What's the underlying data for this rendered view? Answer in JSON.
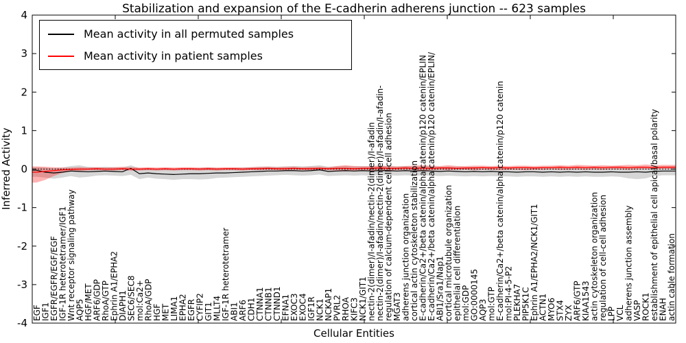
{
  "chart_data": {
    "type": "line",
    "title": "Stabilization and expansion of the E-cadherin adherens junction -- 623 samples",
    "xlabel": "Cellular Entities",
    "ylabel": "Inferred Activity",
    "ylim": [
      -4,
      4
    ],
    "y_ticks": [
      -4,
      -3,
      -2,
      -1,
      0,
      1,
      2,
      3,
      4
    ],
    "grid": false,
    "legend_position": "upper left",
    "reference_line": {
      "y": 0,
      "style": "dotted",
      "color": "#000000"
    },
    "categories": [
      "EGF",
      "IGF1",
      "EGFR/EGFR/EGF/EGF",
      "IGF-1R heterotetramer/IGF1",
      "Wnt receptor signaling pathway",
      "AQP5",
      "HGF/MET",
      "ARF6/GDP",
      "RhoA/GTP",
      "Ephrin A1/EPHA2",
      "DIAPH1",
      "SEC6/SEC8",
      "mol:Ca2+",
      "RhoA/GDP",
      "HGF",
      "MET",
      "LIMA1",
      "EPHA2",
      "EGFR",
      "CYFIP2",
      "GIT1",
      "MLLT4",
      "IGF-1R heterotetramer",
      "ABI1",
      "ARF6",
      "CDH1",
      "CTNNA1",
      "CTNNB1",
      "CTNND1",
      "EFNA1",
      "EXOC3",
      "EXOC4",
      "IGF1R",
      "NCK1",
      "NCKAP1",
      "PVRL2",
      "RHOA",
      "KIFC3",
      "NCK1/GIT1",
      "nectin-2(dimer)/I-afadin/nectin-2(dimer)/I-afadin",
      "nectin-2(dimer)/I-afadin/nectin-2(dimer)/I-afadin/I-afadin-",
      "regulation of calcium-dependent cell-cell adhesion",
      "MGAT3",
      "adherens junction organization",
      "cortical actin cytoskeleton stabilization",
      "E-cadherin/Ca2+/beta catenin/alpha catenin/p120 catenin/EPLIN",
      "E-cadherin/Ca2+/beta catenin/alpha catenin/p120 catenin/EPLIN/",
      "ABI1/Sra1/Nap1",
      "cortical microtubule organization",
      "epithelial cell differentiation",
      "mol:GDP",
      "GO:0000145",
      "AQP3",
      "mol:GTP",
      "E-cadherin/Ca2+/beta catenin/alpha catenin/p120 catenin",
      "mol:PI-4-5-P2",
      "PLEKHA7",
      "PIP5K1C",
      "Ephrin A1/EPHA2/NCK1/GIT1",
      "ACTN1",
      "MYO6",
      "STX4",
      "ZYX",
      "ARF6/GTP",
      "KIAA1543",
      "actin cytoskeleton organization",
      "regulation of cell-cell adhesion",
      "LPP",
      "VCL",
      "adherens junction assembly",
      "VASP",
      "ROCK1",
      "establishment of epithelial cell apical/basal polarity",
      "ENAH",
      "actin cable formation"
    ],
    "series": [
      {
        "name": "Mean activity in all permuted samples",
        "color": "#000000",
        "band_color": "rgba(0,0,0,0.16)",
        "values": [
          -0.03,
          -0.08,
          -0.1,
          -0.08,
          -0.05,
          -0.06,
          -0.07,
          -0.06,
          -0.05,
          -0.06,
          -0.07,
          0.02,
          -0.12,
          -0.1,
          -0.12,
          -0.13,
          -0.14,
          -0.13,
          -0.12,
          -0.12,
          -0.11,
          -0.1,
          -0.1,
          -0.09,
          -0.08,
          -0.07,
          -0.06,
          -0.05,
          -0.05,
          -0.04,
          -0.04,
          -0.05,
          -0.04,
          -0.02,
          -0.06,
          -0.05,
          -0.04,
          -0.05,
          -0.04,
          -0.05,
          -0.04,
          -0.04,
          -0.05,
          -0.04,
          -0.05,
          -0.04,
          -0.05,
          -0.06,
          -0.05,
          -0.06,
          -0.07,
          -0.06,
          -0.07,
          -0.06,
          -0.07,
          -0.07,
          -0.08,
          -0.07,
          -0.07,
          -0.08,
          -0.07,
          -0.08,
          -0.07,
          -0.08,
          -0.07,
          -0.08,
          -0.08,
          -0.07,
          -0.08,
          -0.08,
          -0.07,
          -0.08,
          -0.06,
          -0.05,
          -0.05
        ],
        "band_upper": [
          0.05,
          0.04,
          0.02,
          0.04,
          0.08,
          0.1,
          0.06,
          0.05,
          0.06,
          0.05,
          0.04,
          0.1,
          0.02,
          0.02,
          0.01,
          0.0,
          0.0,
          0.01,
          0.02,
          0.03,
          0.04,
          0.03,
          0.02,
          0.03,
          0.04,
          0.05,
          0.06,
          0.07,
          0.06,
          0.07,
          0.08,
          0.07,
          0.08,
          0.1,
          0.06,
          0.07,
          0.08,
          0.07,
          0.08,
          0.07,
          0.08,
          0.08,
          0.07,
          0.08,
          0.07,
          0.08,
          0.07,
          0.06,
          0.07,
          0.06,
          0.05,
          0.06,
          0.05,
          0.06,
          0.05,
          0.05,
          0.04,
          0.05,
          0.05,
          0.04,
          0.05,
          0.04,
          0.05,
          0.04,
          0.05,
          0.04,
          0.04,
          0.05,
          0.04,
          0.04,
          0.05,
          0.04,
          0.06,
          0.07,
          0.07
        ],
        "band_lower": [
          -0.2,
          -0.22,
          -0.25,
          -0.22,
          -0.18,
          -0.22,
          -0.2,
          -0.17,
          -0.16,
          -0.17,
          -0.18,
          -0.15,
          -0.26,
          -0.22,
          -0.25,
          -0.26,
          -0.28,
          -0.26,
          -0.26,
          -0.27,
          -0.26,
          -0.23,
          -0.22,
          -0.21,
          -0.2,
          -0.19,
          -0.18,
          -0.17,
          -0.16,
          -0.15,
          -0.16,
          -0.17,
          -0.16,
          -0.14,
          -0.18,
          -0.17,
          -0.16,
          -0.17,
          -0.16,
          -0.17,
          -0.16,
          -0.16,
          -0.17,
          -0.16,
          -0.17,
          -0.16,
          -0.17,
          -0.18,
          -0.17,
          -0.18,
          -0.19,
          -0.18,
          -0.19,
          -0.18,
          -0.19,
          -0.19,
          -0.2,
          -0.19,
          -0.19,
          -0.2,
          -0.19,
          -0.2,
          -0.19,
          -0.2,
          -0.19,
          -0.2,
          -0.2,
          -0.19,
          -0.2,
          -0.24,
          -0.26,
          -0.24,
          -0.18,
          -0.16,
          -0.16
        ]
      },
      {
        "name": "Mean activity in patient samples",
        "color": "#ff0000",
        "band_color": "rgba(255,0,0,0.30)",
        "values": [
          -0.08,
          -0.06,
          -0.04,
          -0.02,
          -0.01,
          0.0,
          0.0,
          0.01,
          0.0,
          0.0,
          0.01,
          0.0,
          0.0,
          0.01,
          0.0,
          0.01,
          0.0,
          0.01,
          0.01,
          0.0,
          0.01,
          0.0,
          0.01,
          0.01,
          0.0,
          0.01,
          0.01,
          0.02,
          0.01,
          0.01,
          0.02,
          0.01,
          0.01,
          0.02,
          0.01,
          0.02,
          0.02,
          0.01,
          0.02,
          0.02,
          0.03,
          0.02,
          0.02,
          0.03,
          0.02,
          0.03,
          0.02,
          0.03,
          0.03,
          0.02,
          0.03,
          0.03,
          0.04,
          0.03,
          0.04,
          0.03,
          0.04,
          0.04,
          0.03,
          0.04,
          0.04,
          0.05,
          0.04,
          0.05,
          0.04,
          0.05,
          0.04,
          0.05,
          0.05,
          0.04,
          0.05,
          0.05,
          0.04,
          0.05,
          0.05
        ],
        "band_upper": [
          0.07,
          0.06,
          0.05,
          0.04,
          0.04,
          0.05,
          0.04,
          0.05,
          0.04,
          0.05,
          0.06,
          0.05,
          0.04,
          0.05,
          0.04,
          0.05,
          0.04,
          0.05,
          0.05,
          0.04,
          0.05,
          0.04,
          0.05,
          0.05,
          0.04,
          0.05,
          0.06,
          0.06,
          0.05,
          0.06,
          0.06,
          0.05,
          0.06,
          0.06,
          0.05,
          0.08,
          0.1,
          0.08,
          0.07,
          0.08,
          0.09,
          0.08,
          0.07,
          0.08,
          0.09,
          0.1,
          0.09,
          0.08,
          0.1,
          0.08,
          0.08,
          0.09,
          0.09,
          0.08,
          0.09,
          0.08,
          0.09,
          0.09,
          0.08,
          0.09,
          0.09,
          0.1,
          0.09,
          0.11,
          0.1,
          0.09,
          0.1,
          0.09,
          0.1,
          0.11,
          0.1,
          0.12,
          0.1,
          0.11,
          0.11
        ],
        "band_lower": [
          -0.35,
          -0.28,
          -0.18,
          -0.1,
          -0.06,
          -0.05,
          -0.04,
          -0.03,
          -0.04,
          -0.04,
          -0.03,
          -0.04,
          -0.04,
          -0.03,
          -0.04,
          -0.03,
          -0.04,
          -0.03,
          -0.03,
          -0.04,
          -0.03,
          -0.04,
          -0.03,
          -0.03,
          -0.04,
          -0.03,
          -0.03,
          -0.02,
          -0.03,
          -0.03,
          -0.02,
          -0.03,
          -0.03,
          -0.02,
          -0.03,
          -0.04,
          -0.06,
          -0.04,
          -0.03,
          -0.04,
          -0.03,
          -0.04,
          -0.03,
          -0.02,
          -0.03,
          -0.04,
          -0.03,
          -0.02,
          -0.03,
          -0.02,
          -0.02,
          -0.03,
          -0.02,
          -0.02,
          -0.03,
          -0.02,
          -0.02,
          -0.03,
          -0.02,
          -0.02,
          -0.01,
          -0.02,
          -0.02,
          -0.01,
          -0.02,
          -0.01,
          -0.02,
          -0.01,
          -0.01,
          -0.02,
          -0.01,
          0.0,
          -0.01,
          0.0,
          0.0
        ]
      }
    ]
  }
}
